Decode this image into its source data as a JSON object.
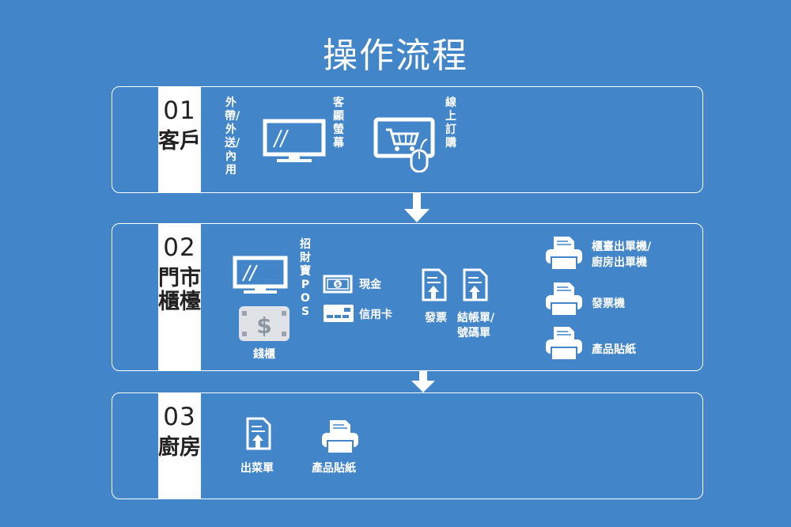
{
  "title": "操作流程",
  "steps": [
    {
      "num": "01",
      "name": "客戶",
      "channels": "外帶/外送/內用",
      "screen_label": "客顯螢幕",
      "online_label": "線上訂購"
    },
    {
      "num": "02",
      "name": "門市櫃檯",
      "pos_label": "招財寶POS",
      "drawer_label": "錢櫃",
      "cash_label": "現金",
      "card_label": "信用卡",
      "invoice_label": "發票",
      "bill_label_1": "結帳單/",
      "bill_label_2": "號碼單",
      "printer1_label_1": "櫃臺出單機/",
      "printer1_label_2": "廚房出單機",
      "printer2_label": "發票機",
      "printer3_label": "產品貼紙"
    },
    {
      "num": "03",
      "name": "廚房",
      "order_label": "出菜單",
      "sticker_label": "產品貼紙"
    }
  ],
  "icons": {
    "drawer_symbol": "$",
    "cash_symbol": "$"
  },
  "colors": {
    "background": "#4285c8",
    "foreground": "#ffffff",
    "label_text": "#222222"
  }
}
